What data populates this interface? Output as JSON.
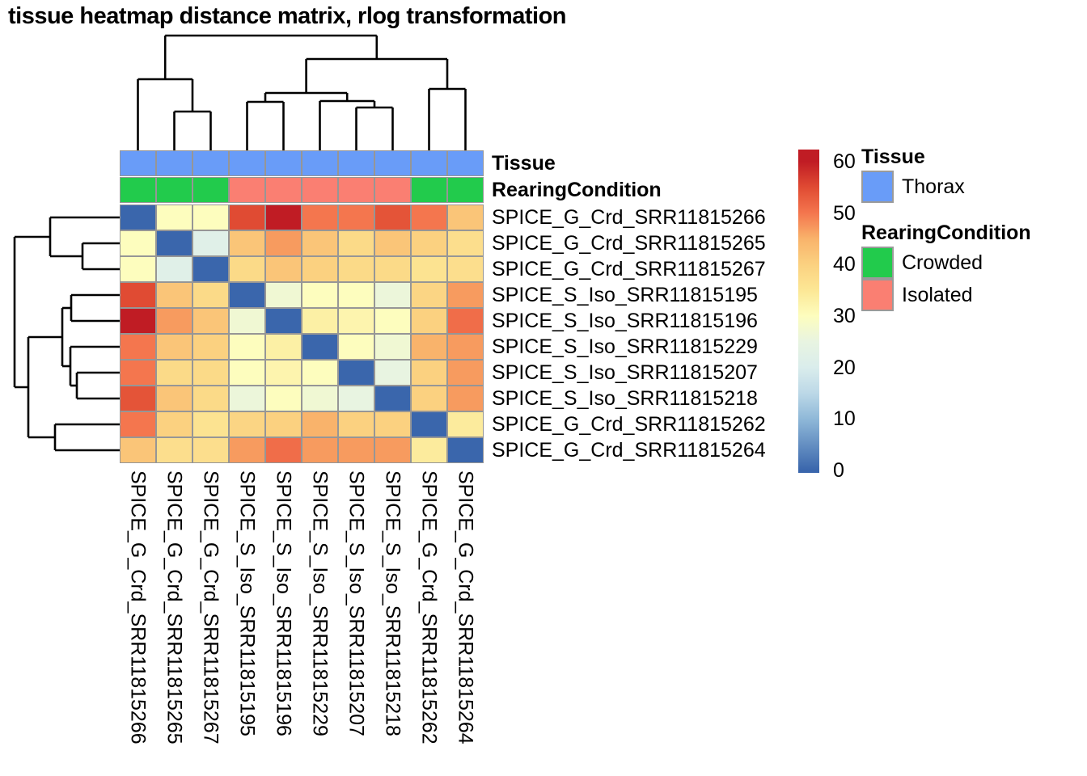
{
  "title": "tissue heatmap distance matrix, rlog transformation",
  "samples": [
    "SPICE_G_Crd_SRR11815266",
    "SPICE_G_Crd_SRR11815265",
    "SPICE_G_Crd_SRR11815267",
    "SPICE_S_Iso_SRR11815195",
    "SPICE_S_Iso_SRR11815196",
    "SPICE_S_Iso_SRR11815229",
    "SPICE_S_Iso_SRR11815207",
    "SPICE_S_Iso_SRR11815218",
    "SPICE_G_Crd_SRR11815262",
    "SPICE_G_Crd_SRR11815264"
  ],
  "chart_data": {
    "type": "heatmap",
    "title": "tissue heatmap distance matrix, rlog transformation",
    "x_categories": [
      "SPICE_G_Crd_SRR11815266",
      "SPICE_G_Crd_SRR11815265",
      "SPICE_G_Crd_SRR11815267",
      "SPICE_S_Iso_SRR11815195",
      "SPICE_S_Iso_SRR11815196",
      "SPICE_S_Iso_SRR11815229",
      "SPICE_S_Iso_SRR11815207",
      "SPICE_S_Iso_SRR11815218",
      "SPICE_G_Crd_SRR11815262",
      "SPICE_G_Crd_SRR11815264"
    ],
    "y_categories": [
      "SPICE_G_Crd_SRR11815266",
      "SPICE_G_Crd_SRR11815265",
      "SPICE_G_Crd_SRR11815267",
      "SPICE_S_Iso_SRR11815195",
      "SPICE_S_Iso_SRR11815196",
      "SPICE_S_Iso_SRR11815229",
      "SPICE_S_Iso_SRR11815207",
      "SPICE_S_Iso_SRR11815218",
      "SPICE_G_Crd_SRR11815262",
      "SPICE_G_Crd_SRR11815264"
    ],
    "values": [
      [
        0,
        30,
        30,
        55,
        60,
        50,
        50,
        54,
        50,
        42
      ],
      [
        30,
        0,
        22,
        42,
        47,
        42,
        38,
        42,
        40,
        37
      ],
      [
        30,
        22,
        0,
        38,
        42,
        40,
        38,
        38,
        36,
        37
      ],
      [
        55,
        42,
        38,
        0,
        27,
        30,
        30,
        26,
        39,
        47
      ],
      [
        60,
        47,
        42,
        27,
        0,
        33,
        32,
        30,
        40,
        51
      ],
      [
        50,
        42,
        40,
        30,
        33,
        0,
        30,
        27,
        45,
        47
      ],
      [
        50,
        38,
        38,
        30,
        32,
        30,
        0,
        25,
        40,
        47
      ],
      [
        54,
        42,
        38,
        26,
        30,
        27,
        25,
        0,
        40,
        47
      ],
      [
        50,
        40,
        36,
        39,
        40,
        45,
        40,
        40,
        0,
        34
      ],
      [
        42,
        37,
        37,
        47,
        51,
        47,
        47,
        47,
        34,
        0
      ]
    ],
    "value_range": [
      0,
      60
    ],
    "colorbar_ticks": [
      60,
      50,
      40,
      30,
      20,
      10,
      0
    ],
    "col_dendrogram_newick": "((1,(2,3)),(((4,5),(6,(7,8))),(9,10)))",
    "row_dendrogram_newick": "((1,(2,3)),(((4,5),(6,(7,8))),(9,10)))",
    "legend_position": "right",
    "grid": "gray cell borders"
  },
  "annotations": {
    "tissue_label": "Tissue",
    "rearing_label": "RearingCondition",
    "tissue": [
      "Thorax",
      "Thorax",
      "Thorax",
      "Thorax",
      "Thorax",
      "Thorax",
      "Thorax",
      "Thorax",
      "Thorax",
      "Thorax"
    ],
    "rearing": [
      "Crowded",
      "Crowded",
      "Crowded",
      "Isolated",
      "Isolated",
      "Isolated",
      "Isolated",
      "Isolated",
      "Crowded",
      "Crowded"
    ]
  },
  "legend": {
    "tissue_title": "Tissue",
    "tissue_items": [
      {
        "label": "Thorax",
        "color": "#699CF8"
      }
    ],
    "rearing_title": "RearingCondition",
    "rearing_items": [
      {
        "label": "Crowded",
        "color": "#22CB4C"
      },
      {
        "label": "Isolated",
        "color": "#FA7F72"
      }
    ]
  },
  "colors": {
    "annotation": {
      "Thorax": "#699CF8",
      "Crowded": "#22CB4C",
      "Isolated": "#FA7F72"
    },
    "cell_border": "#969696",
    "dendrogram": "#000000",
    "colormap_stops": [
      [
        0,
        "#3A66AC"
      ],
      [
        10,
        "#8FB8D8"
      ],
      [
        15,
        "#BCD8E7"
      ],
      [
        20,
        "#DAEDEC"
      ],
      [
        25,
        "#E8F4E1"
      ],
      [
        30,
        "#FDFDBE"
      ],
      [
        35,
        "#FCE795"
      ],
      [
        40,
        "#FBD180"
      ],
      [
        45,
        "#F9B36B"
      ],
      [
        50,
        "#F4764E"
      ],
      [
        55,
        "#E04B33"
      ],
      [
        60,
        "#C01C24"
      ]
    ]
  },
  "dendrograms": {
    "col_segments": [
      [
        170.5,
        98,
        170.5,
        186
      ],
      [
        215.5,
        138,
        215.5,
        186
      ],
      [
        260.5,
        138,
        260.5,
        186
      ],
      [
        215.5,
        138,
        260.5,
        138
      ],
      [
        238,
        98,
        238,
        138
      ],
      [
        170.5,
        98,
        238,
        98
      ],
      [
        204.2,
        44,
        204.2,
        98
      ],
      [
        305.5,
        126,
        305.5,
        186
      ],
      [
        350.5,
        126,
        350.5,
        186
      ],
      [
        305.5,
        126,
        350.5,
        126
      ],
      [
        328,
        115,
        328,
        126
      ],
      [
        440.5,
        133,
        440.5,
        186
      ],
      [
        485.5,
        133,
        485.5,
        186
      ],
      [
        440.5,
        133,
        485.5,
        133
      ],
      [
        463,
        125,
        463,
        133
      ],
      [
        395.5,
        125,
        395.5,
        186
      ],
      [
        395.5,
        125,
        463,
        125
      ],
      [
        429.2,
        115,
        429.2,
        125
      ],
      [
        328,
        115,
        429.2,
        115
      ],
      [
        378.6,
        73,
        378.6,
        115
      ],
      [
        530.5,
        110,
        530.5,
        186
      ],
      [
        575.5,
        110,
        575.5,
        186
      ],
      [
        530.5,
        110,
        575.5,
        110
      ],
      [
        553,
        73,
        553,
        110
      ],
      [
        378.6,
        73,
        553,
        73
      ],
      [
        465.8,
        44,
        465.8,
        73
      ],
      [
        204.2,
        44,
        465.8,
        44
      ]
    ],
    "row_segments": [
      [
        62,
        269,
        148,
        269
      ],
      [
        102,
        301,
        148,
        301
      ],
      [
        102,
        333,
        148,
        333
      ],
      [
        102,
        301,
        102,
        333
      ],
      [
        62,
        317,
        102,
        317
      ],
      [
        62,
        269,
        62,
        317
      ],
      [
        18,
        293,
        62,
        293
      ],
      [
        88,
        365,
        148,
        365
      ],
      [
        88,
        397,
        148,
        397
      ],
      [
        88,
        365,
        88,
        397
      ],
      [
        77,
        381,
        88,
        381
      ],
      [
        95,
        461,
        148,
        461
      ],
      [
        95,
        493,
        148,
        493
      ],
      [
        95,
        461,
        95,
        493
      ],
      [
        87,
        477,
        95,
        477
      ],
      [
        87,
        429,
        148,
        429
      ],
      [
        87,
        429,
        87,
        477
      ],
      [
        77,
        453,
        87,
        453
      ],
      [
        77,
        381,
        77,
        453
      ],
      [
        35,
        417,
        77,
        417
      ],
      [
        68,
        525,
        148,
        525
      ],
      [
        68,
        557,
        148,
        557
      ],
      [
        68,
        525,
        68,
        557
      ],
      [
        35,
        541,
        68,
        541
      ],
      [
        35,
        417,
        35,
        541
      ],
      [
        18,
        479,
        35,
        479
      ],
      [
        18,
        293,
        18,
        479
      ]
    ]
  }
}
